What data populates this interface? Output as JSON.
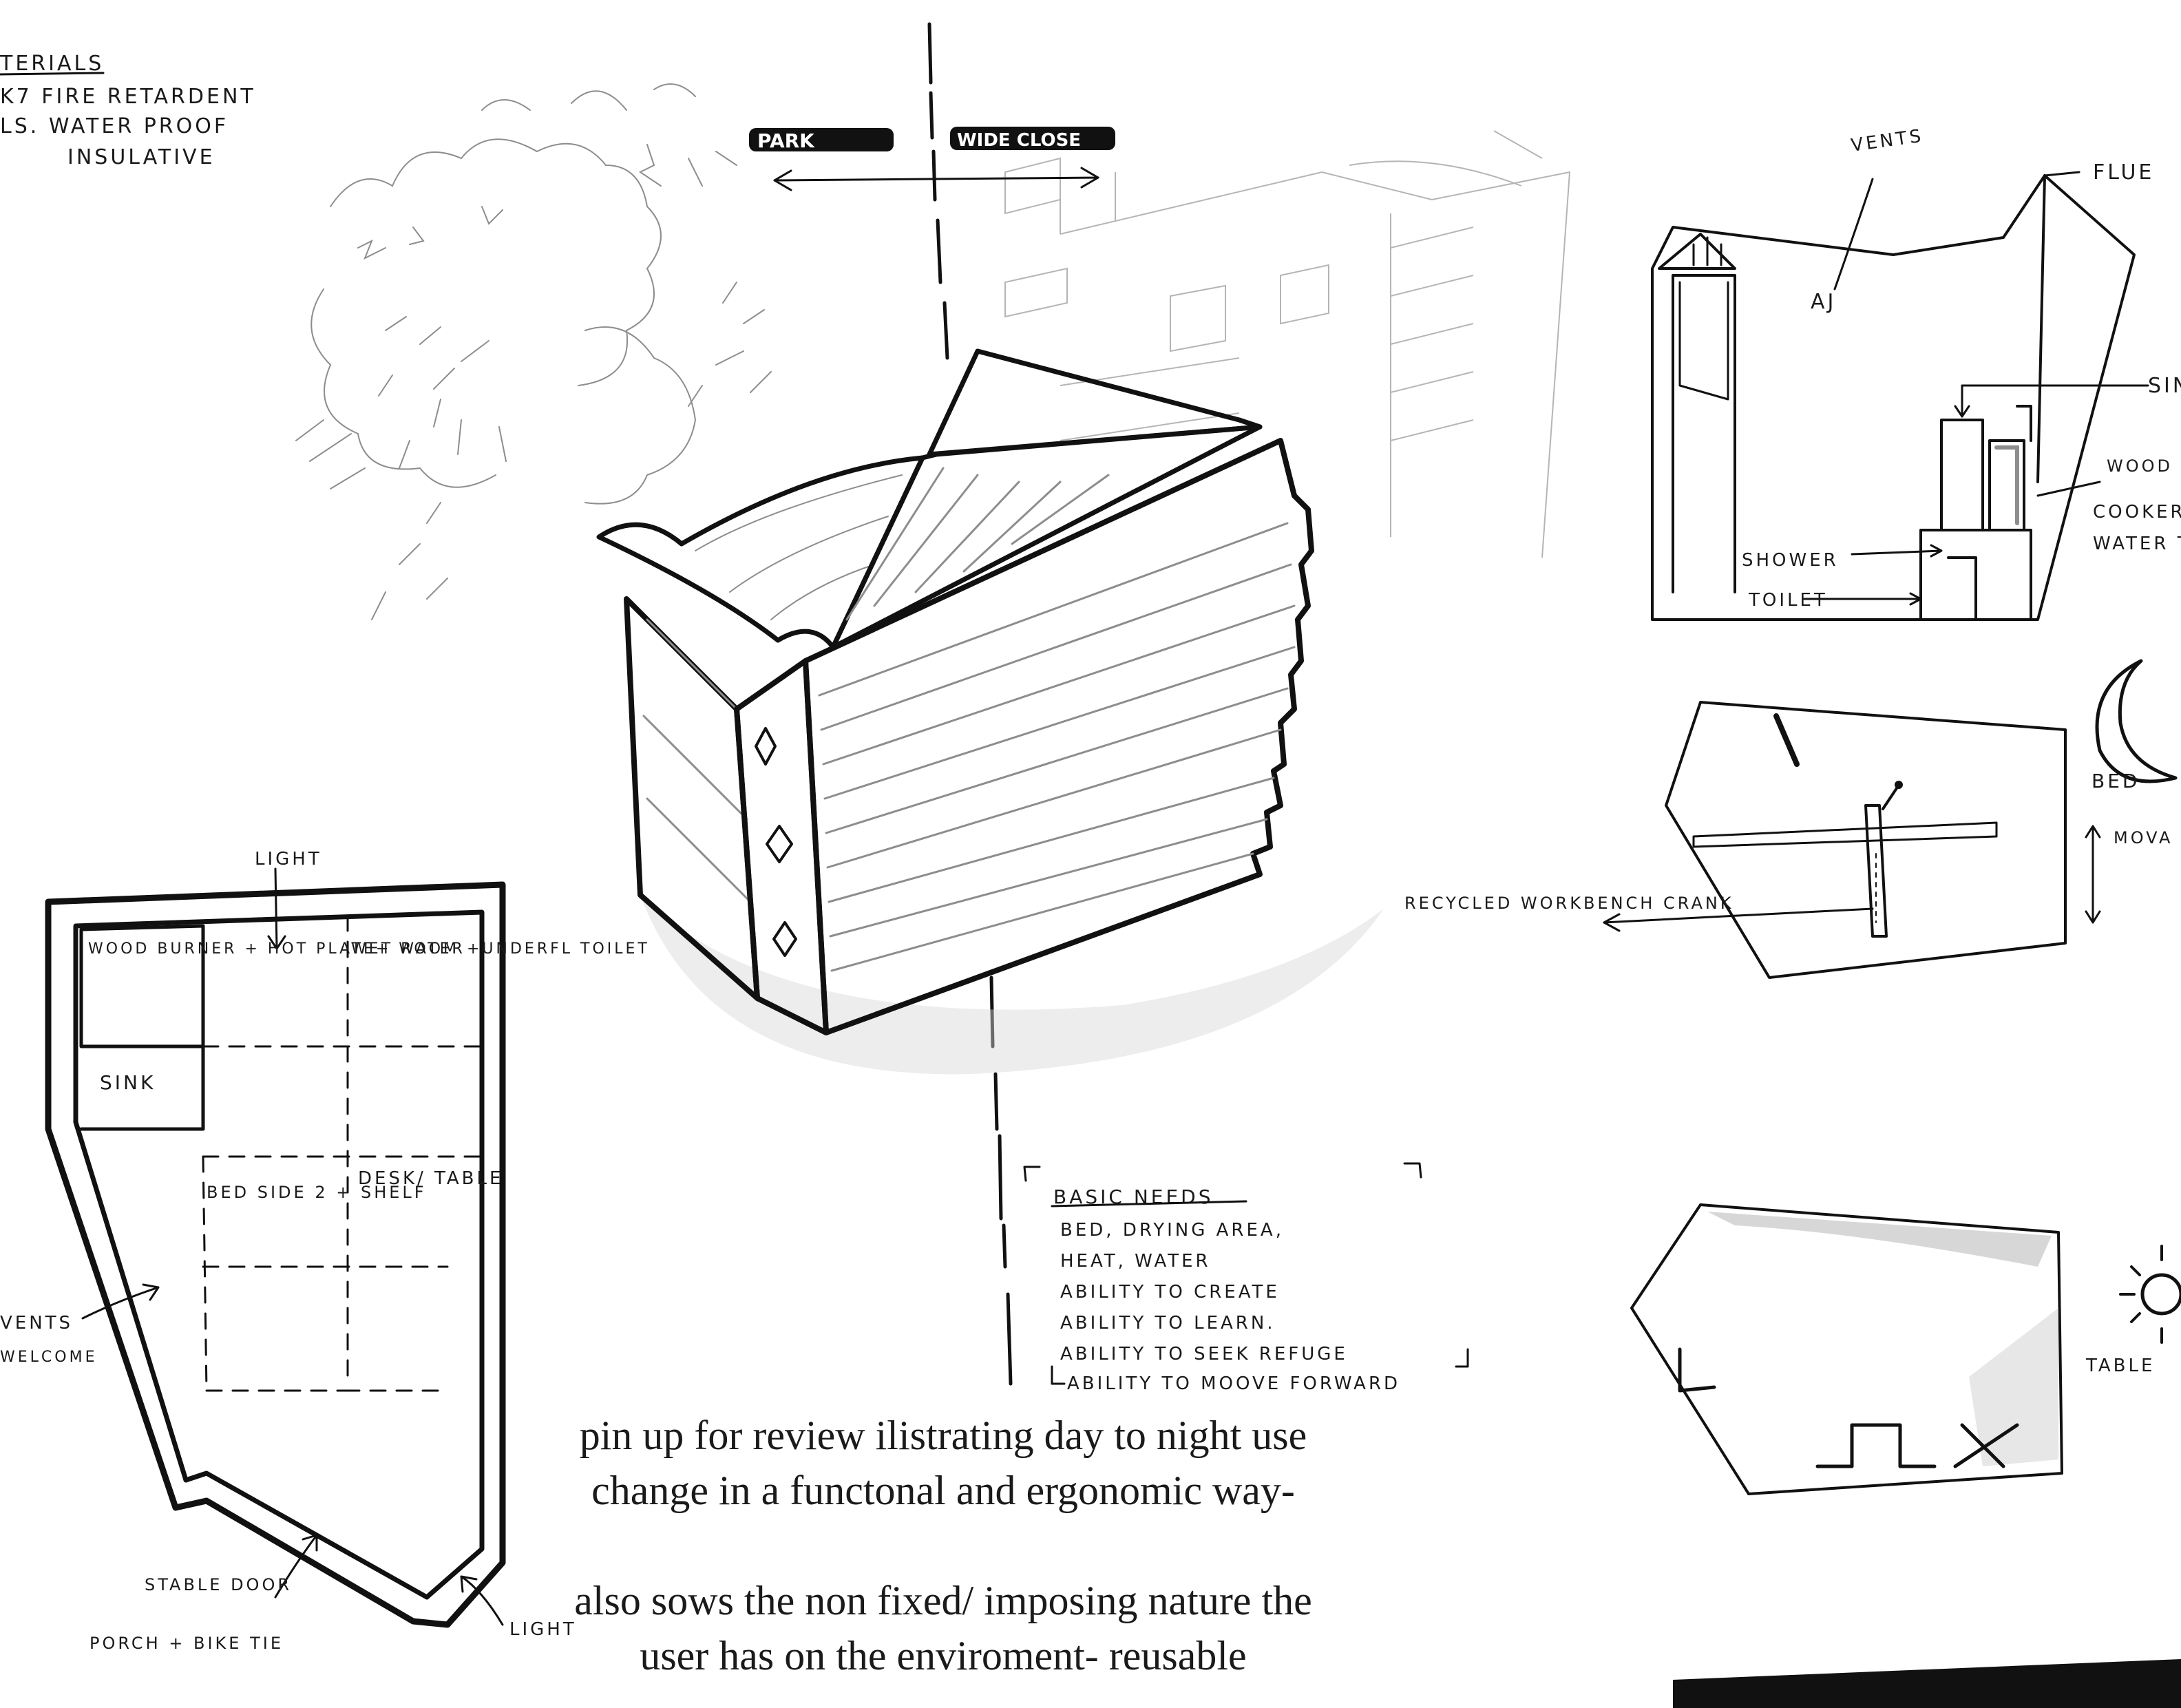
{
  "materials": {
    "heading": "TERIALS",
    "line1": "K7 FIRE RETARDENT",
    "line2": "LS. WATER PROOF",
    "line3": "INSULATIVE"
  },
  "site": {
    "park": "PARK",
    "wide_close": "WIDE CLOSE"
  },
  "section": {
    "vents": "VENTS",
    "flue": "FLUE",
    "aj": "AJ",
    "sink": "SIN",
    "wood_burner": "WOOD BURNE",
    "cooker": "COOKER",
    "water_tank": "WATER TANK",
    "shower": "SHOWER",
    "toilet": "TOILET"
  },
  "night": {
    "bed": "BED",
    "movable": "MOVA BED PLATFO +FOLDI",
    "recycled": "RECYCLED WORKBENCH CRANK"
  },
  "day": {
    "table": "TABLE"
  },
  "plan": {
    "light_top": "LIGHT",
    "wood_burner": "WOOD BURNER + HOT PLATE+ WATER",
    "wet_room": "WET ROOM +UNDERFL TOILET",
    "sink": "SINK",
    "bed": "BED SIDE 2 + SHELF",
    "desk": "DESK/ TABLE",
    "vents": "VENTS",
    "welcome": "WELCOME",
    "stable_door": "STABLE DOOR",
    "porch": "PORCH + BIKE TIE",
    "light_bottom": "LIGHT"
  },
  "basic_needs": {
    "heading": "BASIC NEEDS",
    "items": [
      "BED, DRYING AREA,",
      "HEAT, WATER",
      "ABILITY TO CREATE",
      "ABILITY TO LEARN.",
      "ABILITY TO SEEK REFUGE",
      "ABILITY TO MOOVE FORWARD"
    ]
  },
  "caption": {
    "line1": "pin up for review ilistrating day to night use",
    "line2": "change in a functonal and ergonomic way-",
    "line3": "also sows the non fixed/ imposing nature the",
    "line4": "user has on the enviroment- reusable"
  }
}
